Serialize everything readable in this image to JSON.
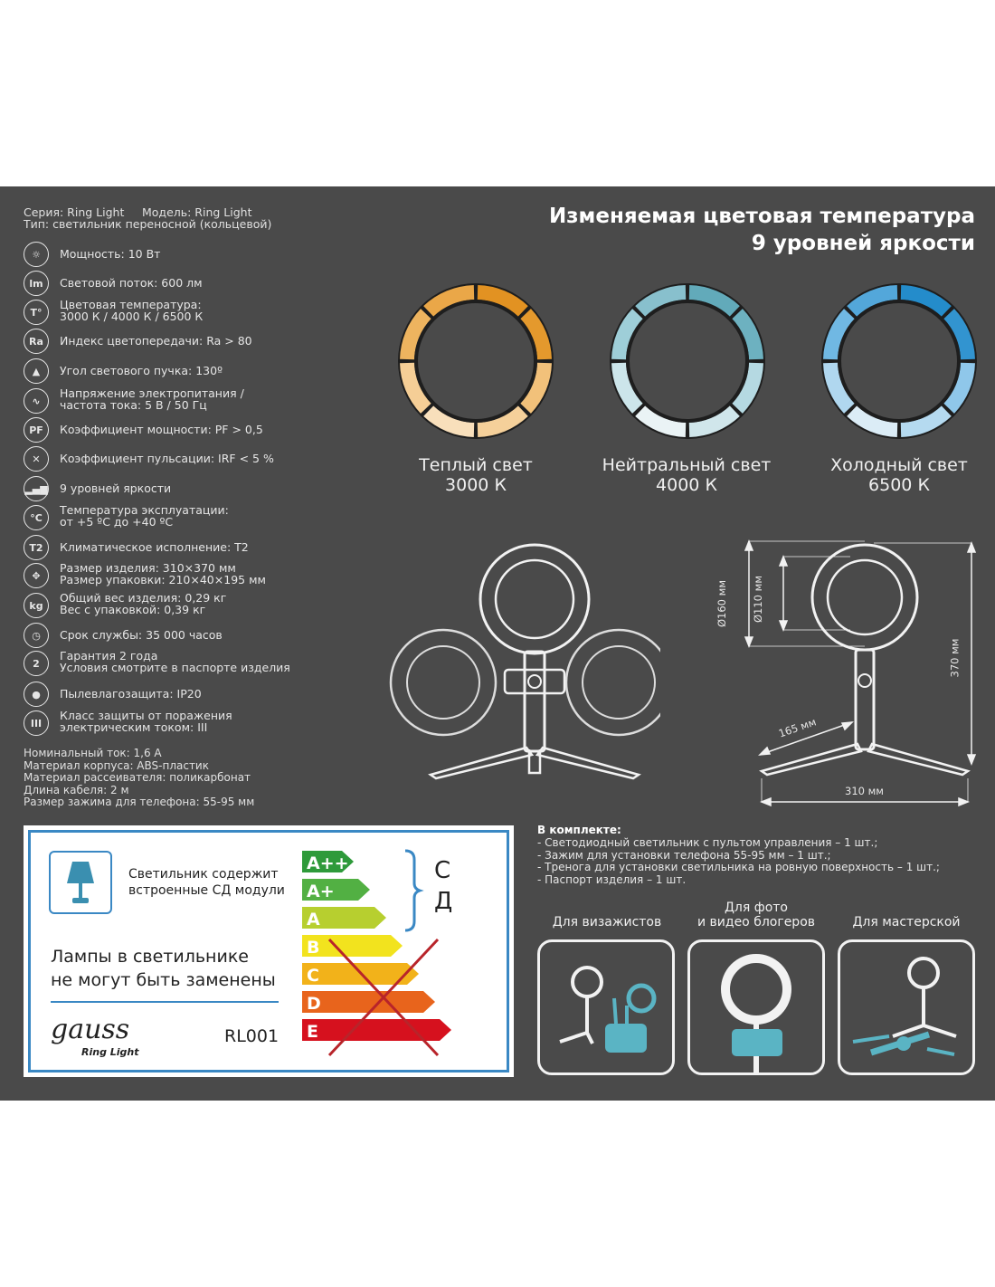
{
  "header": {
    "series": "Серия: Ring Light",
    "model": "Модель: Ring Light",
    "type": "Тип: светильник переносной (кольцевой)"
  },
  "specs": [
    {
      "icon": "sun-icon",
      "glyph": "☼",
      "lines": [
        "Мощность: 10 Вт"
      ]
    },
    {
      "icon": "lumen-icon",
      "glyph": "lm",
      "lines": [
        "Световой поток: 600 лм"
      ]
    },
    {
      "icon": "temperature-icon",
      "glyph": "T°",
      "lines": [
        "Цветовая температура:",
        "3000 К / 4000 К / 6500 К"
      ]
    },
    {
      "icon": "ra-icon",
      "glyph": "Ra",
      "lines": [
        "Индекс цветопередачи: Ra > 80"
      ]
    },
    {
      "icon": "beam-angle-icon",
      "glyph": "▲",
      "lines": [
        "Угол светового пучка: 130º"
      ]
    },
    {
      "icon": "ac-wave-icon",
      "glyph": "∿",
      "lines": [
        "Напряжение электропитания /",
        "частота тока: 5 В / 50 Гц"
      ]
    },
    {
      "icon": "power-factor-icon",
      "glyph": "PF",
      "lines": [
        "Коэффициент мощности: PF > 0,5"
      ]
    },
    {
      "icon": "ripple-icon",
      "glyph": "✕",
      "lines": [
        "Коэффициент пульсации: IRF < 5 %"
      ]
    },
    {
      "icon": "brightness-levels-icon",
      "glyph": "▂▄▆",
      "lines": [
        "9 уровней яркости"
      ]
    },
    {
      "icon": "celsius-icon",
      "glyph": "°C",
      "lines": [
        "Температура эксплуатации:",
        "от +5 ºС до +40 ºС"
      ]
    },
    {
      "icon": "climate-icon",
      "glyph": "T2",
      "lines": [
        "Климатическое исполнение: Т2"
      ]
    },
    {
      "icon": "dimensions-icon",
      "glyph": "✥",
      "lines": [
        "Размер изделия: 310×370 мм",
        "Размер упаковки: 210×40×195 мм"
      ]
    },
    {
      "icon": "weight-icon",
      "glyph": "kg",
      "lines": [
        "Общий вес изделия: 0,29 кг",
        "Вес с упаковкой: 0,39 кг"
      ]
    },
    {
      "icon": "clock-icon",
      "glyph": "◷",
      "lines": [
        "Срок службы: 35 000 часов"
      ]
    },
    {
      "icon": "warranty-icon",
      "glyph": "2",
      "lines": [
        "Гарантия 2 года",
        "Условия смотрите в паспорте изделия"
      ]
    },
    {
      "icon": "drop-icon",
      "glyph": "●",
      "lines": [
        "Пылевлагозащита: IP20"
      ]
    },
    {
      "icon": "protection-class-icon",
      "glyph": "III",
      "lines": [
        "Класс защиты от поражения",
        "электрическим током: III"
      ]
    }
  ],
  "bottom_specs": [
    "Номинальный ток: 1,6 А",
    "Материал корпуса: ABS-пластик",
    "Материал рассеивателя: поликарбонат",
    "Длина кабеля: 2 м",
    "Размер зажима для телефона: 55-95 мм"
  ],
  "title": {
    "line1": "Изменяемая цветовая температура",
    "line2": "9 уровней яркости"
  },
  "rings": [
    {
      "name": "Теплый свет",
      "kelvin": "3000 К",
      "colors": [
        "#e08e1a",
        "#f0b867",
        "#f9e3c4"
      ]
    },
    {
      "name": "Нейтральный свет",
      "kelvin": "4000 К",
      "colors": [
        "#5aa6b6",
        "#a6d2dc",
        "#f2f7f8"
      ]
    },
    {
      "name": "Холодный свет",
      "kelvin": "6500 К",
      "colors": [
        "#1a86c8",
        "#79bde6",
        "#e6f1f8"
      ]
    }
  ],
  "dimensions": {
    "d160": "Ø160 мм",
    "d110": "Ø110 мм",
    "h370": "370 мм",
    "w165": "165 мм",
    "w310": "310 мм"
  },
  "energy_label": {
    "contains_line1": "Светильник содержит",
    "contains_line2": "встроенные СД модули",
    "lamps_line1": "Лампы в светильнике",
    "lamps_line2": "не могут быть заменены",
    "brand": "gauss",
    "brand_sub": "Ring Light",
    "model_code": "RL001",
    "classes": [
      {
        "label": "A++",
        "color": "#2e9a3a"
      },
      {
        "label": "A+",
        "color": "#52b043"
      },
      {
        "label": "A",
        "color": "#b7cf2f"
      },
      {
        "label": "B",
        "color": "#f2e31e"
      },
      {
        "label": "C",
        "color": "#f2b21a"
      },
      {
        "label": "D",
        "color": "#e8641c"
      },
      {
        "label": "E",
        "color": "#d6111e"
      }
    ],
    "bracket_text_1": "С",
    "bracket_text_2": "Д"
  },
  "kit": {
    "title": "В комплекте:",
    "items": [
      "- Светодиодный светильник с пультом управления – 1 шт.;",
      "- Зажим для установки телефона 55-95 мм – 1 шт.;",
      "- Тренога для установки светильника на ровную поверхность – 1 шт.;",
      "- Паспорт изделия – 1 шт."
    ]
  },
  "uses": [
    {
      "lines": [
        "Для визажистов"
      ]
    },
    {
      "lines": [
        "Для фото",
        "и видео блогеров"
      ]
    },
    {
      "lines": [
        "Для мастерской"
      ]
    }
  ],
  "accent": "#5ab4c4"
}
